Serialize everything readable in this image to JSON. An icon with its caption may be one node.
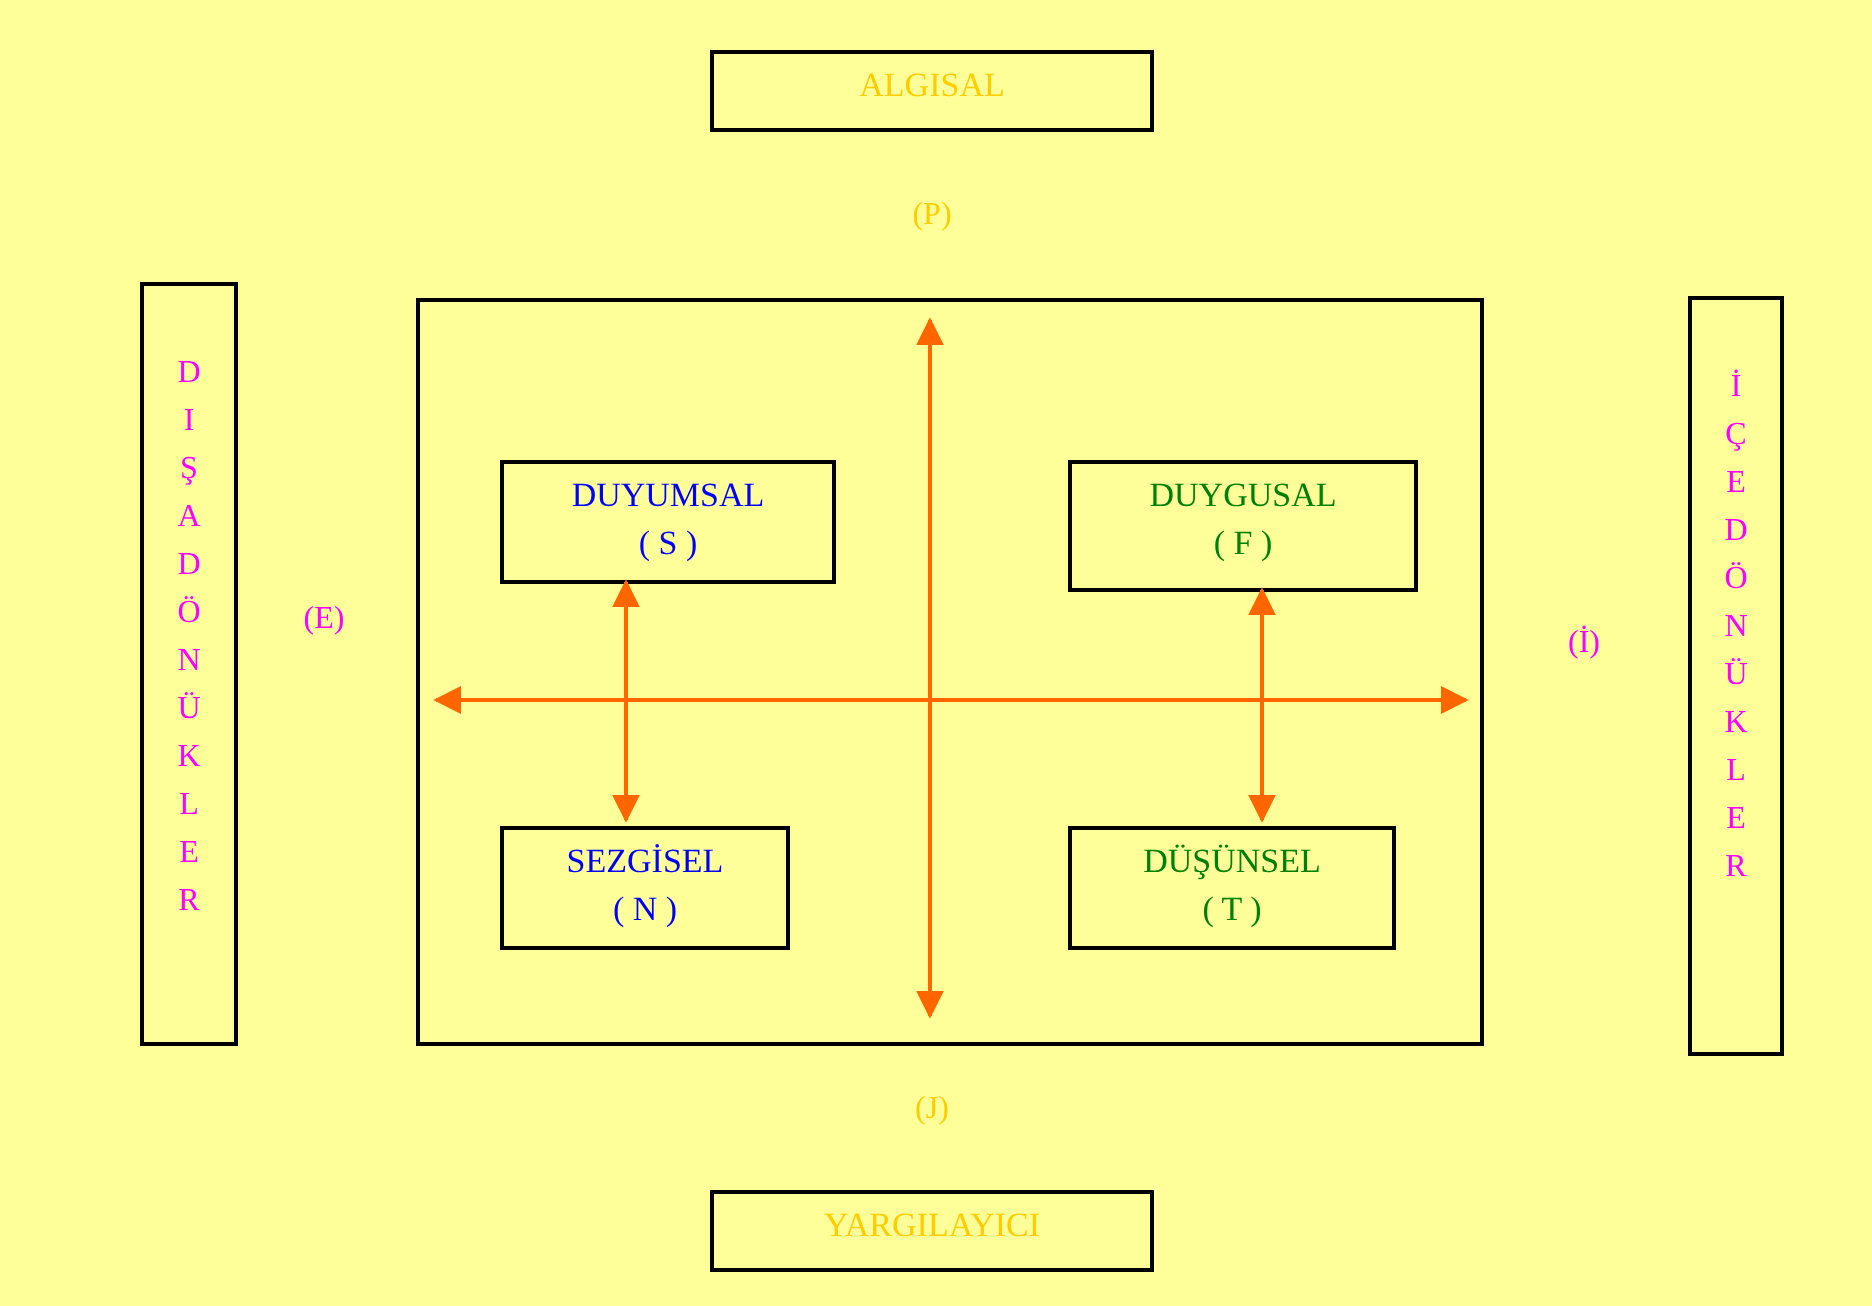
{
  "diagram": {
    "nodes": [
      {
        "text": [
          "ALGISAL"
        ]
      },
      {
        "text": [
          "DIŞADÖNÜKLER"
        ]
      },
      {
        "text": [],
        "shape": "box"
      },
      {
        "text": [
          "DUYUMSAL",
          "( S )"
        ],
        "in": 2
      },
      {
        "text": [
          "DUYGUSAL",
          "( F )"
        ],
        "in": 2
      },
      {
        "text": [
          "SEZGİSEL",
          "( N )"
        ],
        "in": 2
      },
      {
        "text": [
          "DÜŞÜNSEL",
          "( T )"
        ],
        "in": 2
      },
      {
        "text": [
          "İÇEDÖNÜKLER"
        ]
      },
      {
        "text": [
          "YARGILAYICI"
        ]
      }
    ],
    "edges": [
      {
        "from": 3,
        "to": 5,
        "arrow": "both"
      },
      {
        "from": 4,
        "to": 6,
        "arrow": "both"
      }
    ],
    "labels": [
      "(P)",
      "(E)",
      "(İ)",
      "(J)"
    ]
  }
}
